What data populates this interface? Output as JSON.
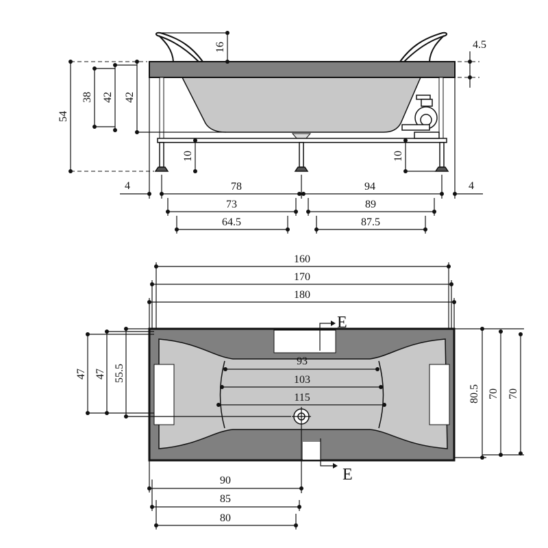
{
  "side_view": {
    "height_total": "54",
    "depth_38": "38",
    "depth_42a": "42",
    "depth_42b": "42",
    "headrest_height": "16",
    "rim_thickness": "4.5",
    "frame_left_10": "10",
    "frame_right_10": "10",
    "edge_left_4": "4",
    "edge_right_4": "4",
    "leg_left_78": "78",
    "leg_right_94": "94",
    "leg_left_73": "73",
    "leg_right_89": "89",
    "leg_left_64_5": "64.5",
    "leg_right_87_5": "87.5"
  },
  "top_view": {
    "length_160": "160",
    "length_170": "170",
    "length_180": "180",
    "inner_93": "93",
    "inner_103": "103",
    "inner_115": "115",
    "left_47a": "47",
    "left_47b": "47",
    "left_55_5": "55.5",
    "width_80_5": "80.5",
    "right_70a": "70",
    "right_70b": "70",
    "bottom_90": "90",
    "bottom_85": "85",
    "bottom_80": "80",
    "section_top": "E",
    "section_bottom": "E"
  },
  "colors": {
    "rim": "#808080",
    "basin": "#c8c8c8"
  }
}
